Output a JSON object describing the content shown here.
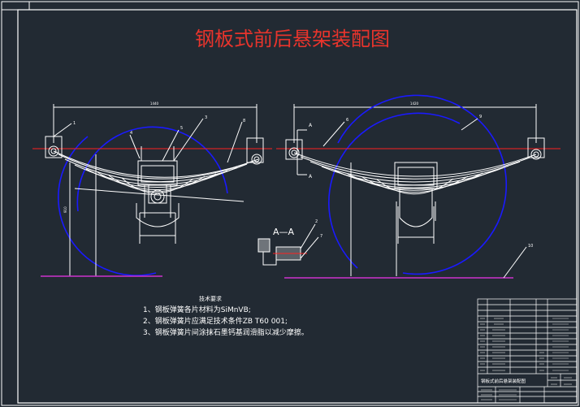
{
  "drawing": {
    "title": "钢板式前后悬架装配图",
    "section_label": "A—A",
    "section_marks": [
      "A",
      "A"
    ],
    "callouts": [
      "1",
      "2",
      "3",
      "4",
      "5",
      "6",
      "7",
      "8",
      "9",
      "10"
    ],
    "tech_requirements": {
      "heading": "技术要求",
      "items": [
        "1、钢板弹簧各片材料为SiMnVB;",
        "2、钢板弹簧片应满足技术条件ZB T60 001;",
        "3、钢板弹簧片间涂抹石墨钙基润滑脂以减少摩擦。"
      ]
    },
    "title_block": {
      "drawing_name": "钢板式前后悬架装配图"
    }
  },
  "colors": {
    "background": "#222a33",
    "line": "#ffffff",
    "title": "#e8342c",
    "centerline": "#ff2020",
    "arc": "#1a1aff",
    "ground": "#cc33cc",
    "leader": "#ffffff"
  }
}
